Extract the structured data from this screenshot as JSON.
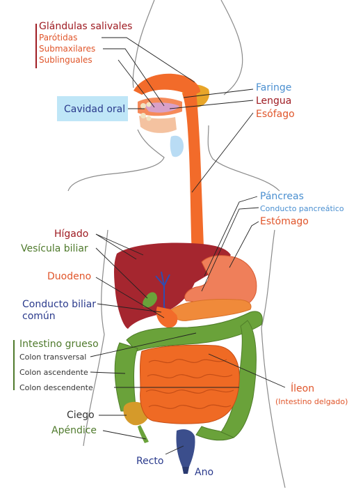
{
  "colors": {
    "salivary_red": "#9e1b22",
    "orange": "#e0552a",
    "light_blue": "#4a8fd0",
    "dark_blue": "#2a3a8c",
    "green": "#4f7a2c",
    "oral_box": "#bfe6f7",
    "liver": "#a5262f",
    "stomach": "#ef7f5a",
    "intestine_large": "#6aa23a",
    "intestine_small": "#ef6a24",
    "pancreas": "#f08a3a",
    "esophagus": "#f26b2a",
    "rectum": "#3b4e8c",
    "outline": "#888888",
    "leader": "#222222"
  },
  "labels": {
    "glandulas": "Glándulas salivales",
    "parotidas": "Parótidas",
    "submaxilares": "Submaxilares",
    "sublinguales": "Sublinguales",
    "cavidad_oral": "Cavidad oral",
    "faringe": "Faringe",
    "lengua": "Lengua",
    "esofago": "Esófago",
    "pancreas": "Páncreas",
    "conducto_pancreatico": "Conducto pancreático",
    "estomago": "Estómago",
    "higado": "Hígado",
    "vesicula": "Vesícula biliar",
    "duodeno": "Duodeno",
    "conducto_biliar_1": "Conducto biliar",
    "conducto_biliar_2": "común",
    "intestino_grueso": "Intestino grueso",
    "colon_transversal": "Colon transversal",
    "colon_ascendente": "Colon ascendente",
    "colon_descendente": "Colon descendente",
    "ileon": "Íleon",
    "intestino_delgado": "(Intestino delgado)",
    "ciego": "Ciego",
    "apendice": "Apéndice",
    "recto": "Recto",
    "ano": "Ano"
  }
}
